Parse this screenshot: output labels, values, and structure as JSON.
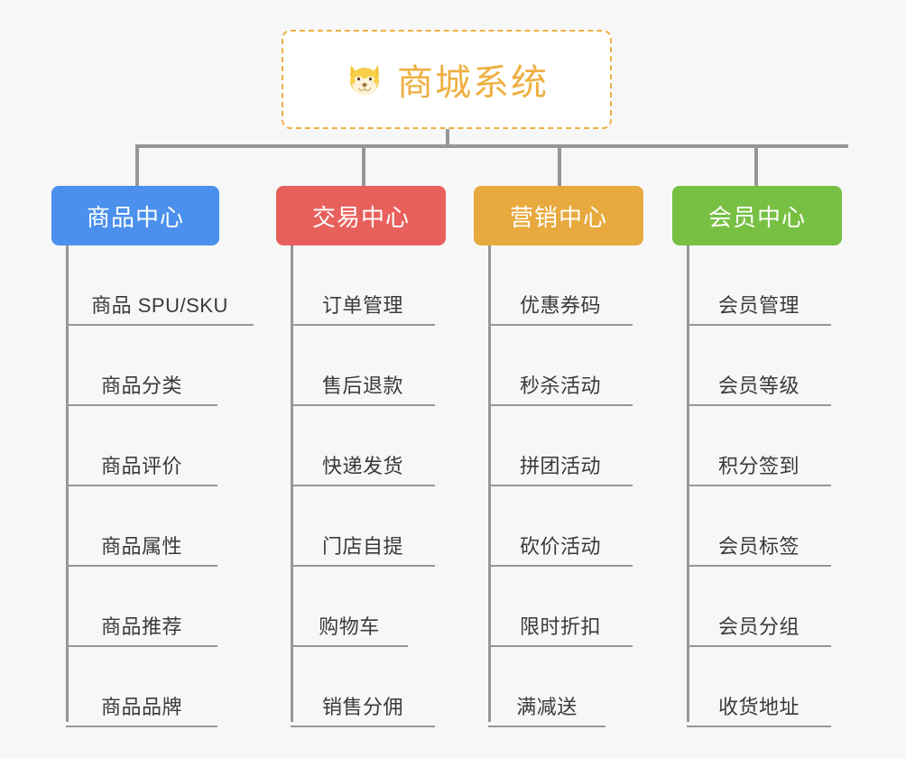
{
  "root": {
    "title": "商城系统",
    "icon": "shiba-dog-emoji",
    "border_color": "#eeb042",
    "text_color": "#eeb042",
    "background": "#ffffff"
  },
  "canvas": {
    "background": "#f7f7f7",
    "connector_color": "#969696"
  },
  "columns": [
    {
      "title": "商品中心",
      "color": "#4a90ec",
      "items": [
        {
          "label": "商品 SPU/SKU",
          "wide": true
        },
        {
          "label": "商品分类",
          "wide": false
        },
        {
          "label": "商品评价",
          "wide": false
        },
        {
          "label": "商品属性",
          "wide": false
        },
        {
          "label": "商品推荐",
          "wide": false
        },
        {
          "label": "商品品牌",
          "wide": false
        }
      ]
    },
    {
      "title": "交易中心",
      "color": "#e8605c",
      "items": [
        {
          "label": "订单管理",
          "wide": true
        },
        {
          "label": "售后退款",
          "wide": true
        },
        {
          "label": "快递发货",
          "wide": true
        },
        {
          "label": "门店自提",
          "wide": true
        },
        {
          "label": "购物车",
          "wide": false
        },
        {
          "label": "销售分佣",
          "wide": true
        }
      ]
    },
    {
      "title": "营销中心",
      "color": "#e8a93e",
      "items": [
        {
          "label": "优惠券码",
          "wide": true
        },
        {
          "label": "秒杀活动",
          "wide": true
        },
        {
          "label": "拼团活动",
          "wide": true
        },
        {
          "label": "砍价活动",
          "wide": true
        },
        {
          "label": "限时折扣",
          "wide": true
        },
        {
          "label": "满减送",
          "wide": false
        }
      ]
    },
    {
      "title": "会员中心",
      "color": "#77c043",
      "items": [
        {
          "label": "会员管理",
          "wide": true
        },
        {
          "label": "会员等级",
          "wide": true
        },
        {
          "label": "积分签到",
          "wide": true
        },
        {
          "label": "会员标签",
          "wide": true
        },
        {
          "label": "会员分组",
          "wide": true
        },
        {
          "label": "收货地址",
          "wide": true
        }
      ]
    }
  ]
}
